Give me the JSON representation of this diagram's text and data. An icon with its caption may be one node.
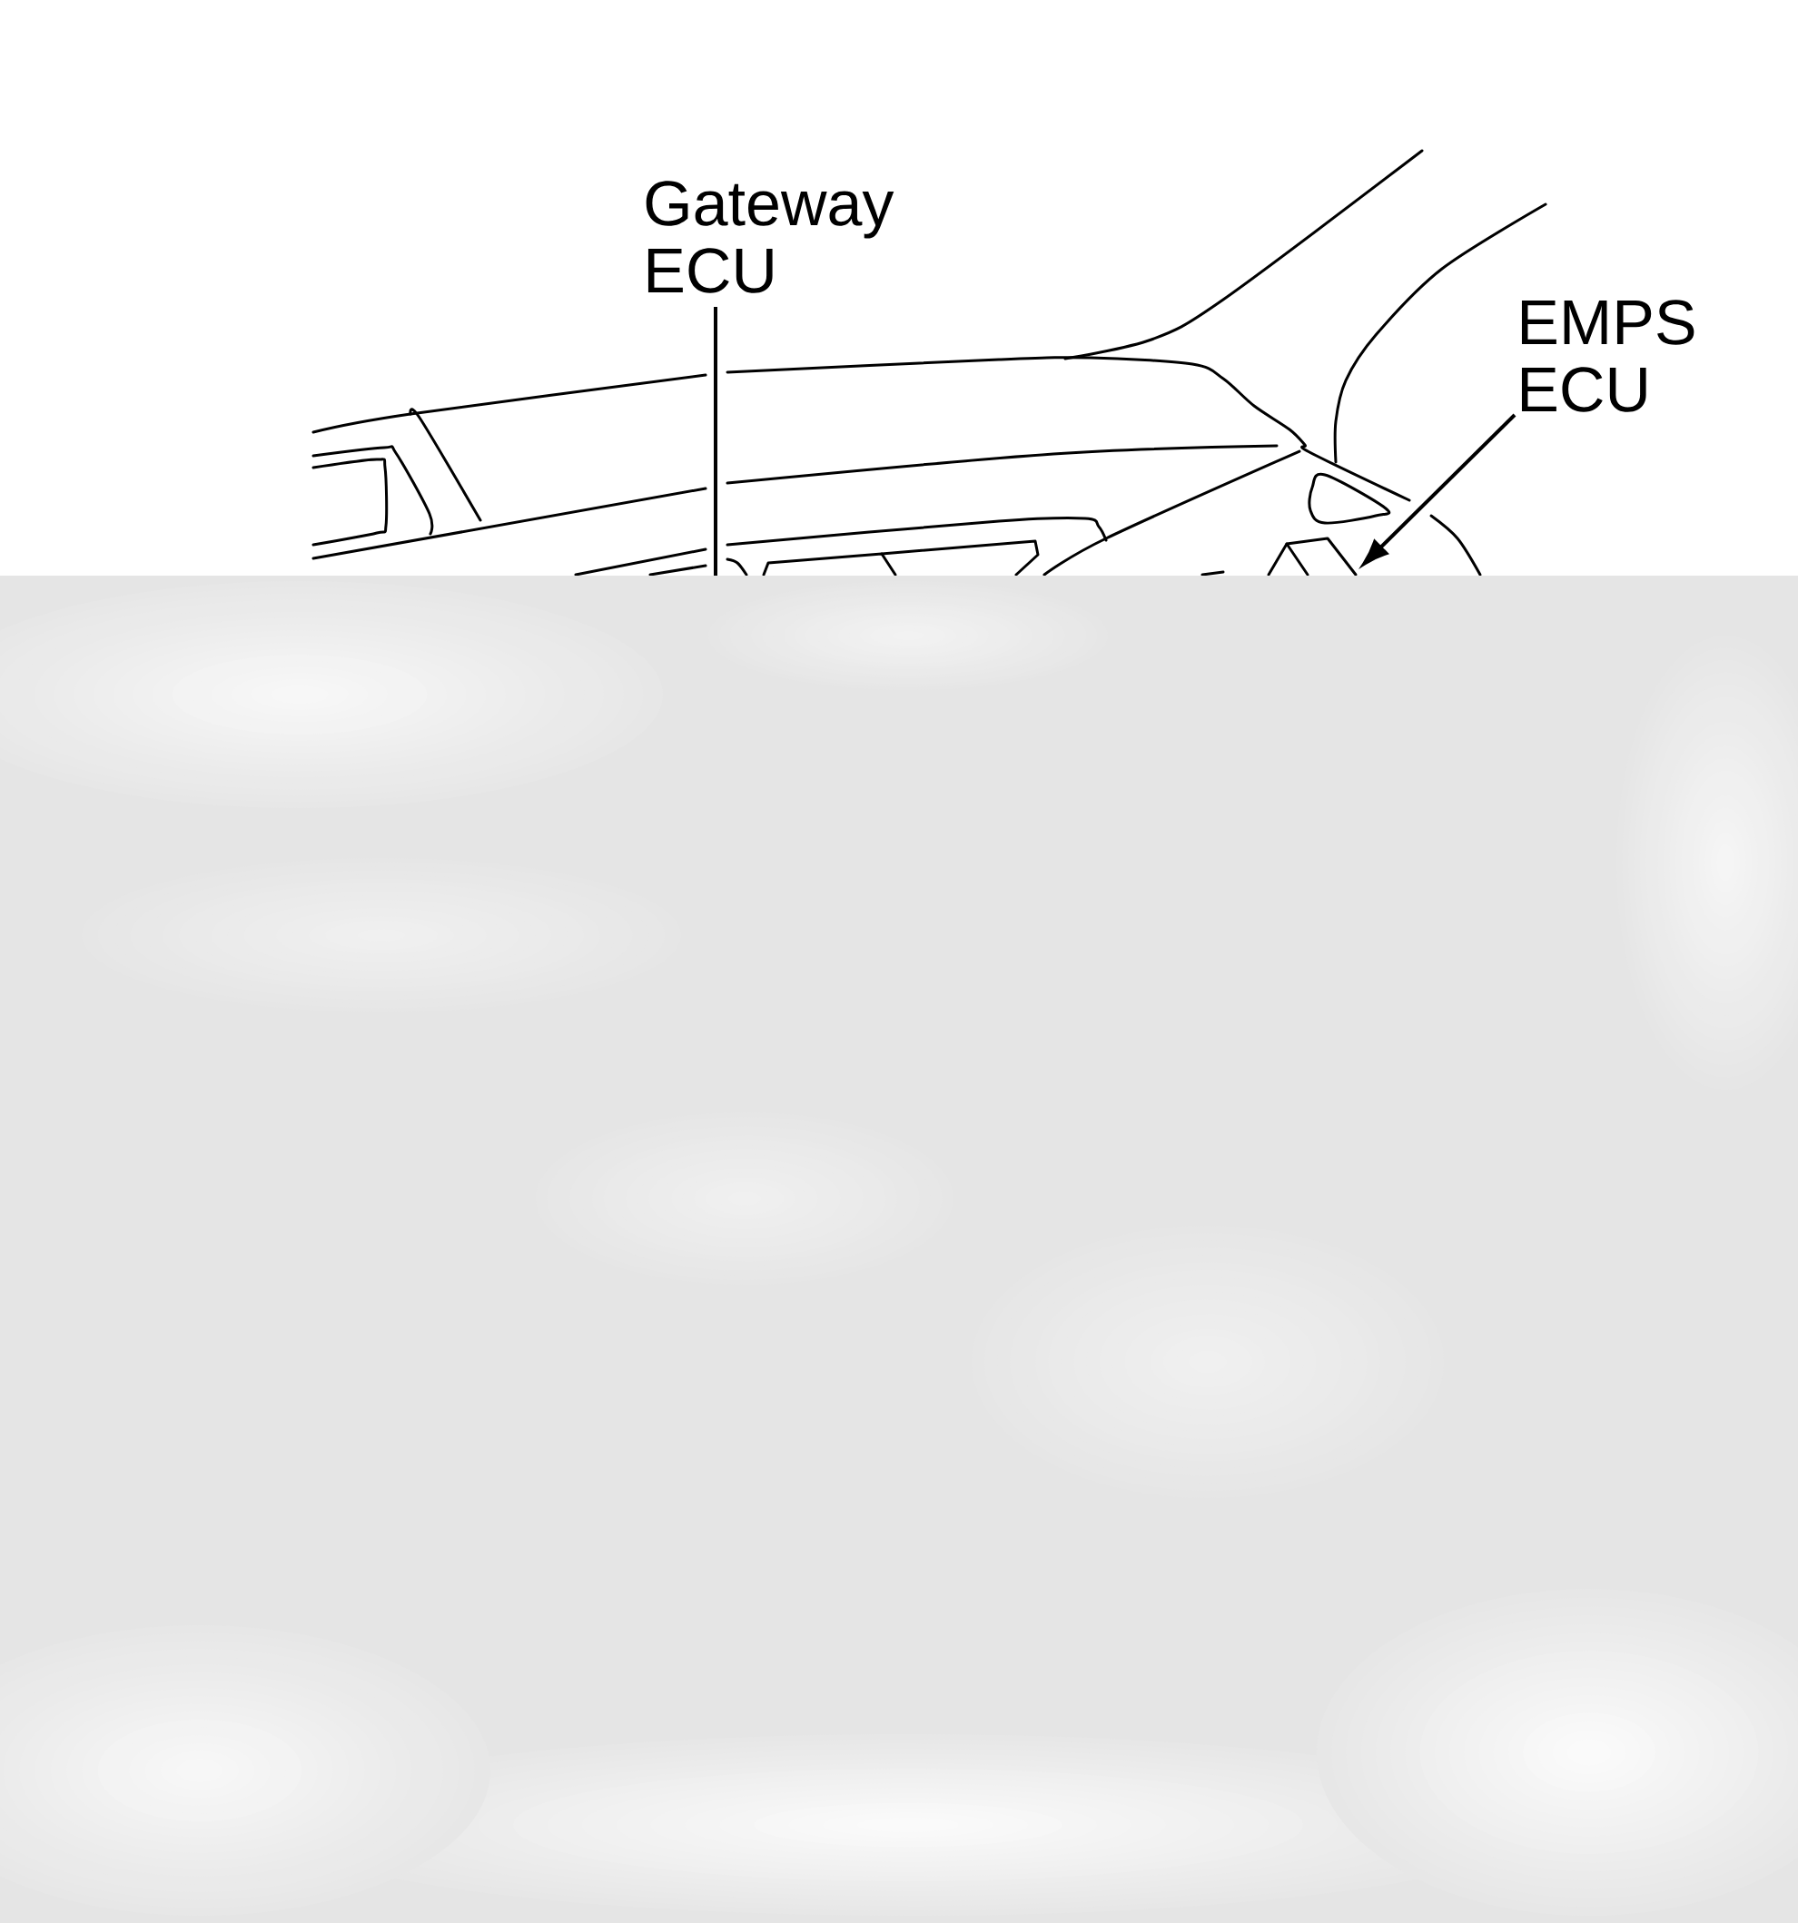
{
  "diagram": {
    "nodes": [
      {
        "text": [
          "Gateway ECU"
        ]
      },
      {
        "text": [
          "EMPS ECU"
        ]
      }
    ],
    "edges": [
      {
        "from": 0,
        "to": null,
        "arrow": "none"
      },
      {
        "from": 1,
        "to": null,
        "arrow": "to"
      }
    ]
  }
}
